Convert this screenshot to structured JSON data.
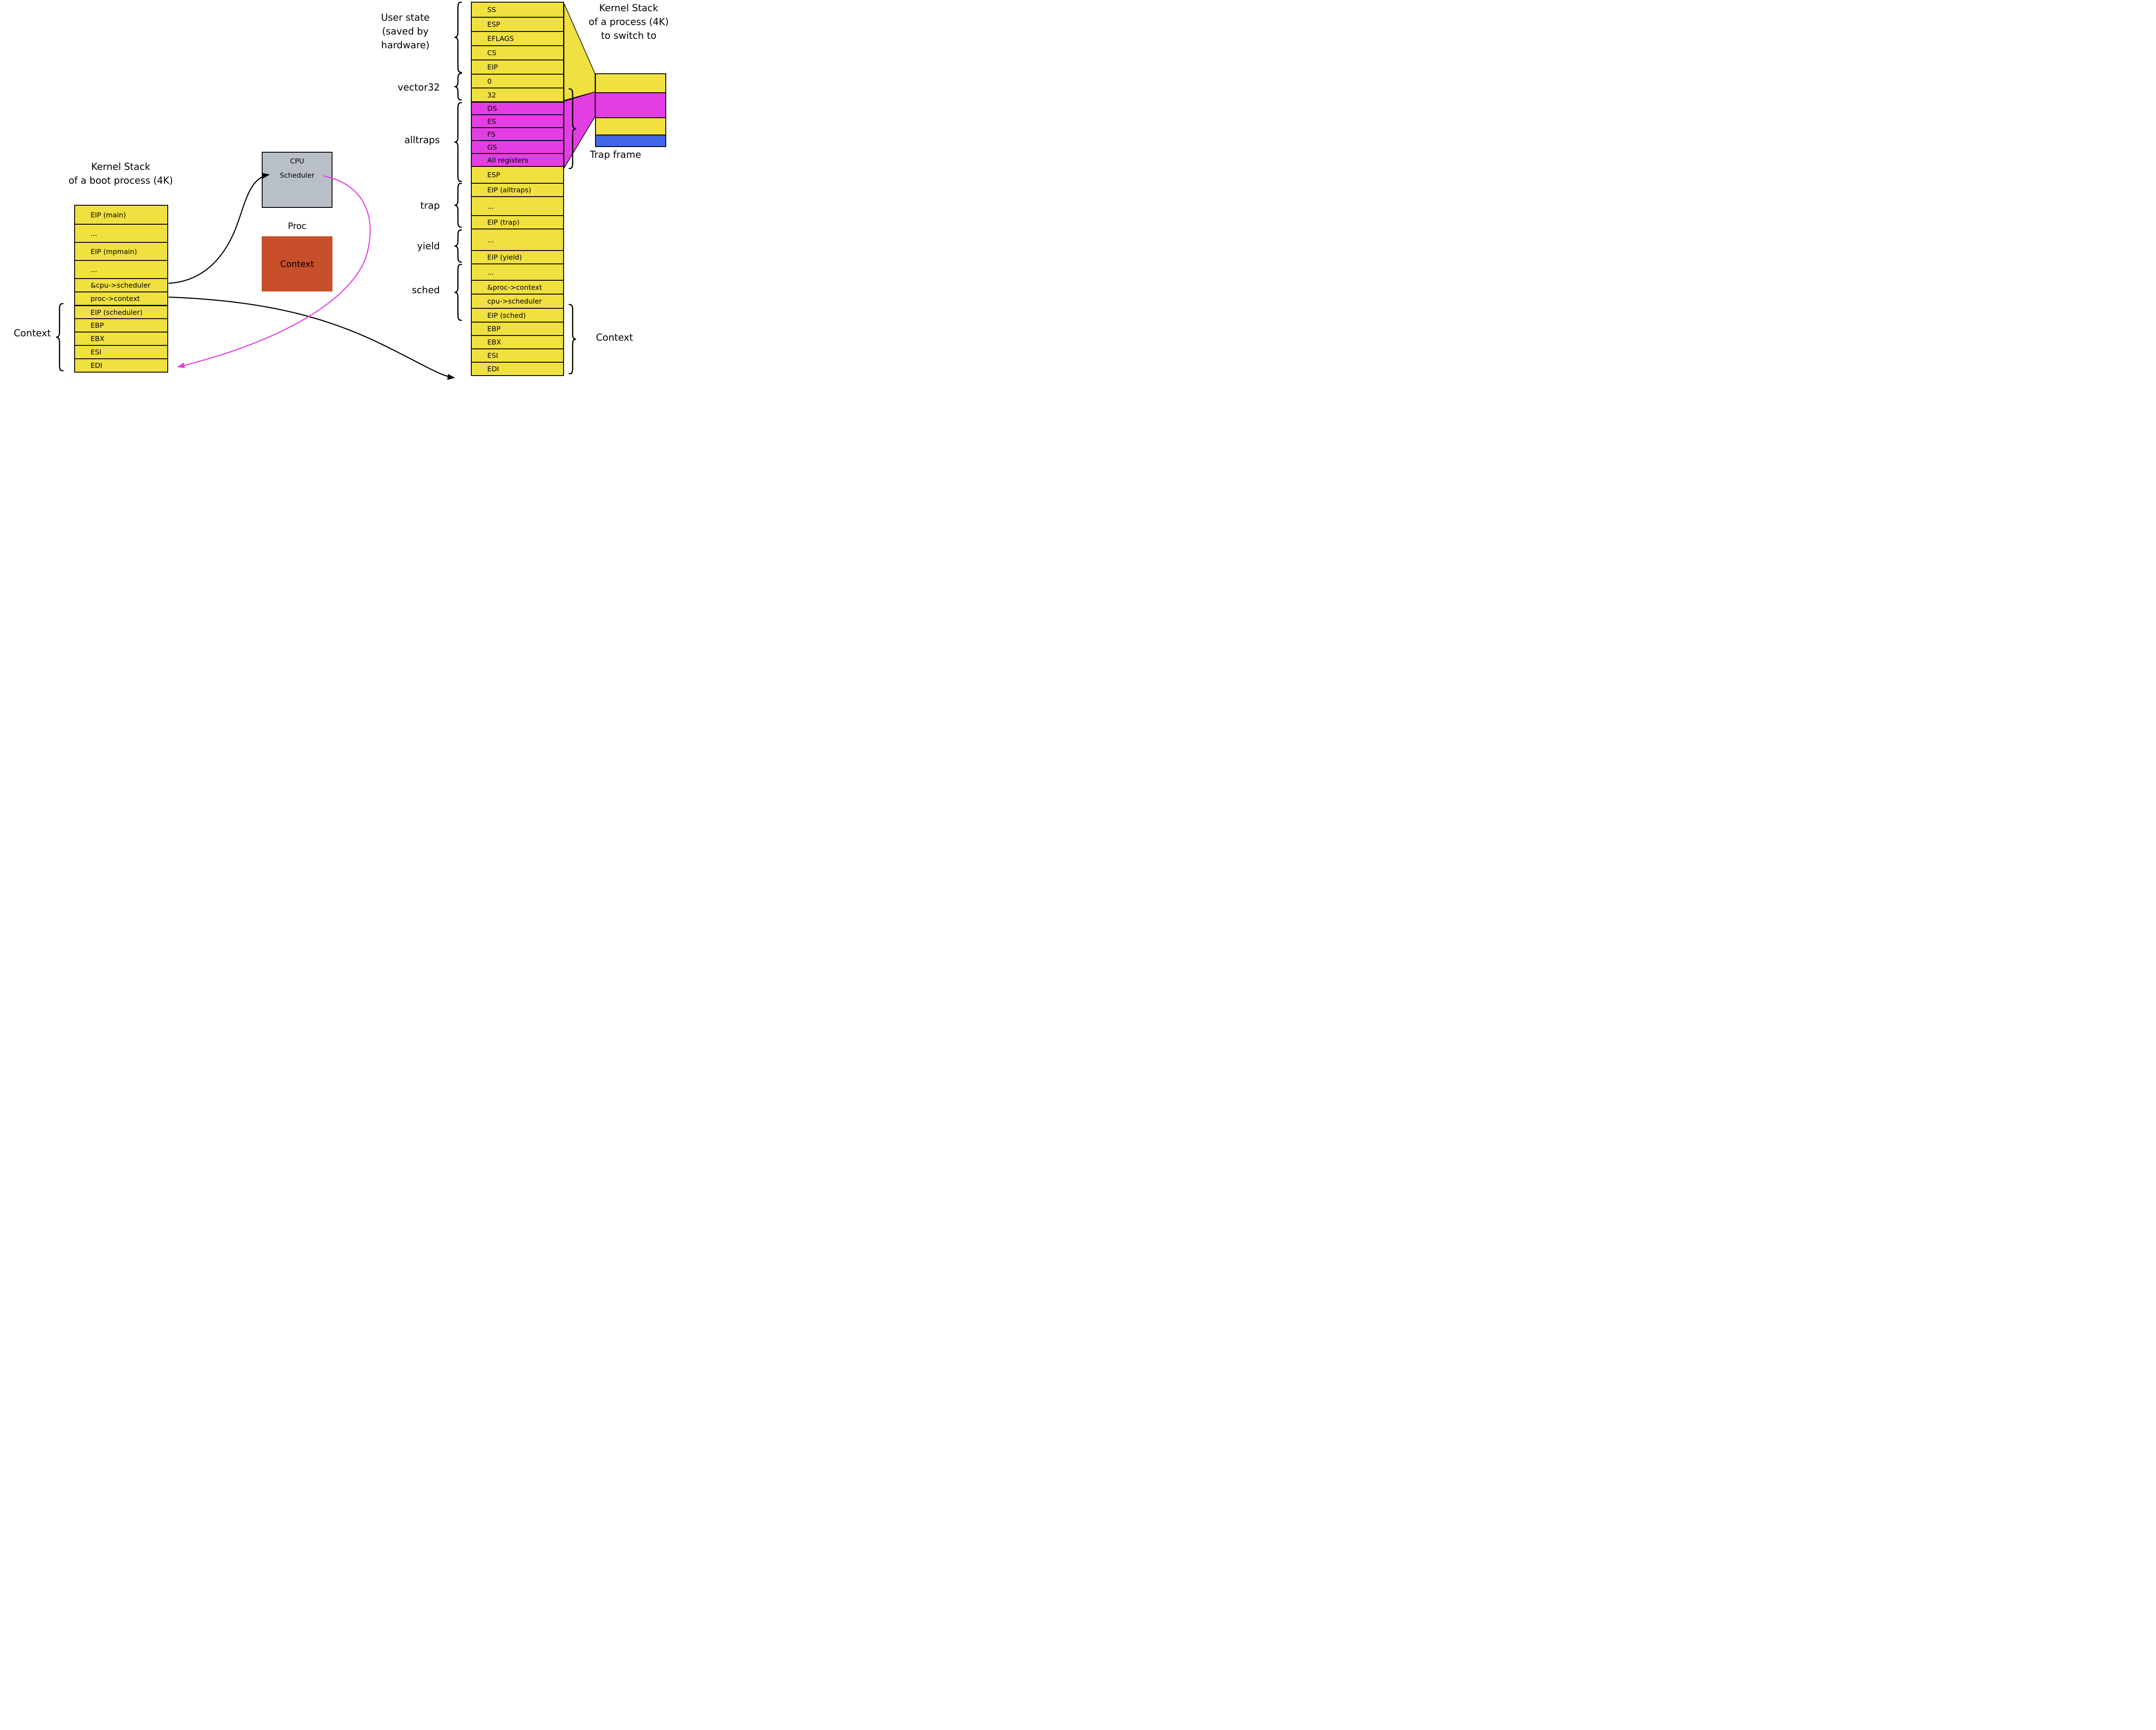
{
  "colors": {
    "yellow": "#F0E040",
    "magenta": "#E33EE3",
    "blue": "#4166E8",
    "gray": "#B9BFC6",
    "orange": "#C7502B"
  },
  "left_stack": {
    "title": [
      "Kernel Stack",
      "of a boot process (4K)"
    ],
    "rows": [
      "EIP (main)",
      "...",
      "EIP (mpmain)",
      "...",
      "&cpu->scheduler",
      "proc->context",
      "EIP (scheduler)",
      "EBP",
      "EBX",
      "ESI",
      "EDI"
    ],
    "context_label": "Context"
  },
  "cpu": {
    "title": "CPU",
    "scheduler": "Scheduler"
  },
  "proc": {
    "title": "Proc",
    "context": "Context"
  },
  "right_stack": {
    "title": [
      "Kernel Stack",
      "of a process (4K)",
      "to switch to"
    ],
    "rows": [
      "SS",
      "ESP",
      "EFLAGS",
      "CS",
      "EIP",
      "0",
      "32",
      "DS",
      "ES",
      "FS",
      "GS",
      "All registers",
      "ESP",
      "EIP (alltraps)",
      "...",
      "EIP (trap)",
      "...",
      "EIP (yield)",
      "...",
      "&proc->context",
      "cpu->scheduler",
      "EIP (sched)",
      "EBP",
      "EBX",
      "ESI",
      "EDI"
    ],
    "labels": {
      "user_state": [
        "User state",
        "(saved by",
        "hardware)"
      ],
      "vector32": "vector32",
      "alltraps": "alltraps",
      "trap": "trap",
      "yield": "yield",
      "sched": "sched",
      "context": "Context",
      "trap_frame": "Trap frame"
    }
  }
}
